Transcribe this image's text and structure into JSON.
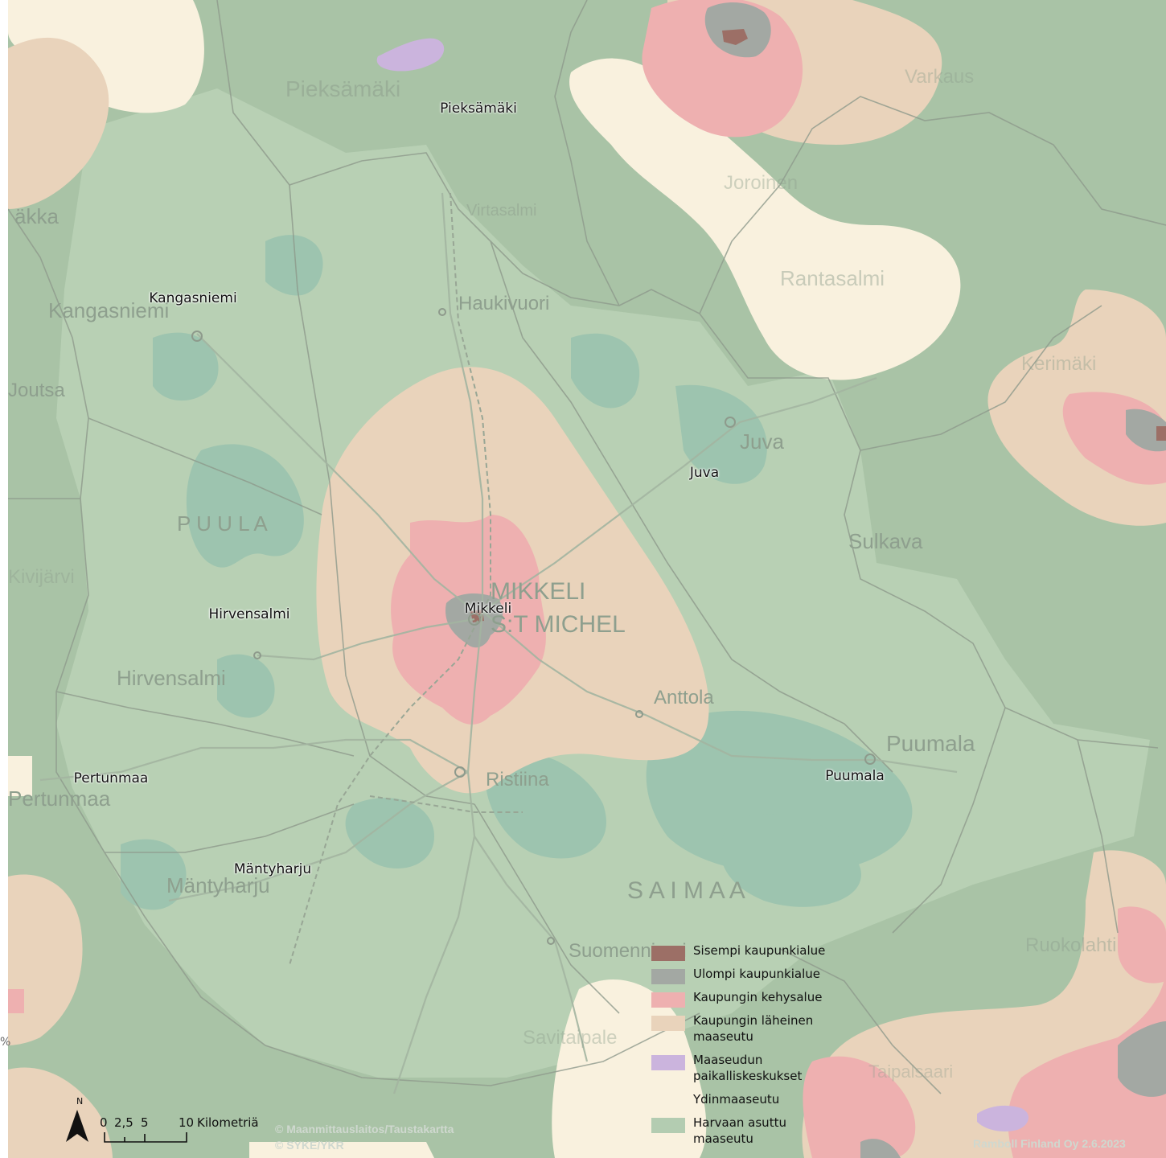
{
  "map": {
    "place_labels": [
      {
        "id": "pieksamaki",
        "text": "Pieksämäki"
      },
      {
        "id": "kangasniemi",
        "text": "Kangasniemi"
      },
      {
        "id": "juva",
        "text": "Juva"
      },
      {
        "id": "mikkeli",
        "text": "Mikkeli"
      },
      {
        "id": "hirvensalmi",
        "text": "Hirvensalmi"
      },
      {
        "id": "pertunmaa",
        "text": "Pertunmaa"
      },
      {
        "id": "puumala",
        "text": "Puumala"
      },
      {
        "id": "mantyharju",
        "text": "Mäntyharju"
      }
    ],
    "basemap_labels": {
      "pieksamaki": "Pieksämäki",
      "akka": "äkka",
      "kangasniemi": "Kangasniemi",
      "haukivuori": "Haukivuori",
      "joroinen": "Joroinen",
      "rantasalmi": "Rantasalmi",
      "virtasalmi": "Virtasalmi",
      "juva": "Juva",
      "puula": "P U U L A",
      "mikkeli": "MIKKELI",
      "st_michel": "S:T MICHEL",
      "hirvensalmi": "Hirvensalmi",
      "sulkava": "Sulkava",
      "anttola": "Anttola",
      "puumala": "Puumala",
      "ristiina": "Ristiina",
      "pertunmaa": "Pertunmaa",
      "mantyharju": "Mäntyharju",
      "saimaa": "S A I M A A",
      "suomenniemi": "Suomenniemi",
      "savitaipale": "Savitaipale",
      "ruokolahti": "Ruokolahti",
      "varkaus": "Varkaus",
      "kerimaki": "Kerimäki",
      "tavelsjo": "Joutsa",
      "hartola": "Kivijärvi",
      "imatra": "Taipalsaari"
    }
  },
  "legend": {
    "items": [
      {
        "label": "Sisempi kaupunkialue",
        "color": "#9c6f66"
      },
      {
        "label": "Ulompi kaupunkialue",
        "color": "#a3a8a3"
      },
      {
        "label": "Kaupungin kehysalue",
        "color": "#eeb0b0"
      },
      {
        "label": "Kaupungin läheinen maaseutu",
        "color": "#e9d3bb"
      },
      {
        "label": "Maaseudun paikalliskeskukset",
        "color": "#cbb4dd"
      },
      {
        "label": "Ydinmaaseutu",
        "color": "#f9f1de"
      },
      {
        "label": "Harvaan asuttu maaseutu",
        "color": "#b3ccb1"
      }
    ]
  },
  "scale": {
    "ticks": [
      "0",
      "2,5",
      "5",
      "10"
    ],
    "unit": "Kilometriä",
    "north": "N"
  },
  "credits": {
    "basemap": "© Maanmittauslaitos/Taustakartta",
    "data": "© SYKE/YKR",
    "author": "Ramboll Finland Oy 2.6.2023"
  },
  "edge_text": "%",
  "colors": {
    "sparse_rural": "#b3ccb1",
    "sparse_rural_dark": "#a9c3a6",
    "water": "#9dc4af",
    "core_rural": "#f9f1de",
    "urban_near_rural": "#e9d3bb",
    "urban_fringe": "#eeb0b0",
    "outer_urban": "#a3a8a3",
    "inner_urban": "#9c6f66",
    "local_centres": "#cbb4dd",
    "borders": "#8e9a8c"
  }
}
